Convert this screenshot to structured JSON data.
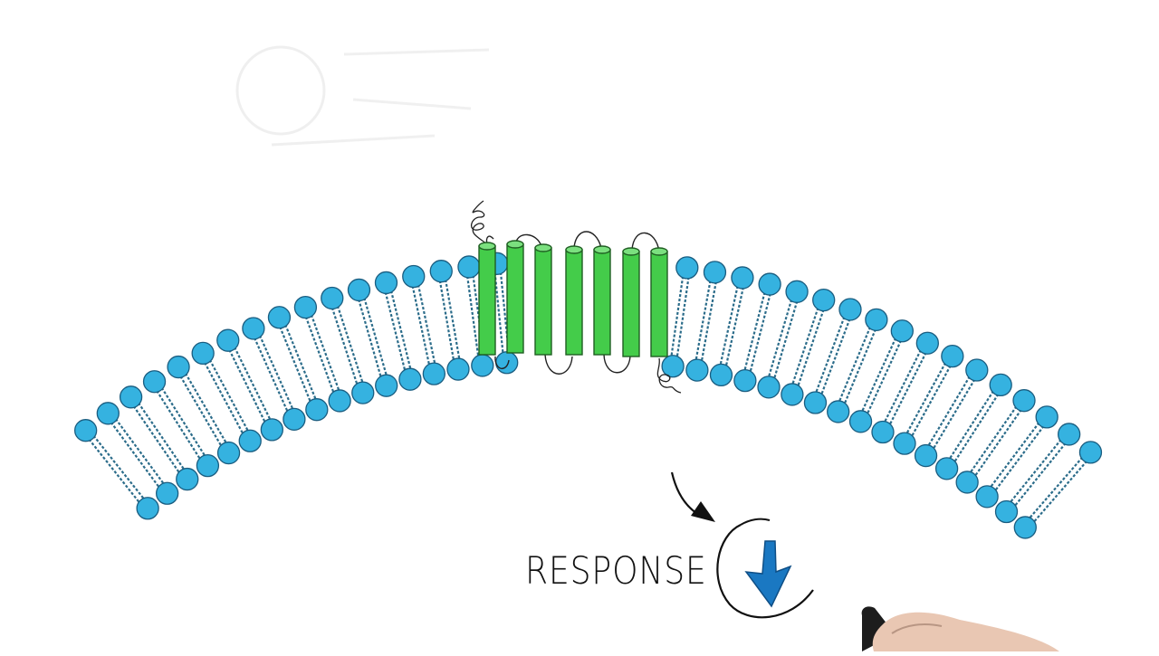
{
  "response": {
    "label": "RESPONSE"
  },
  "colors": {
    "lipid_head": "#35b2e0",
    "lipid_head_outline": "#1a5d80",
    "lipid_tail": "#2b6c8a",
    "helix": "#44cc4a",
    "helix_outline": "#1f5e22",
    "arrow_blue": "#1a78c2",
    "ink": "#111111"
  },
  "icons": {
    "response_arrow": "down-arrow-icon",
    "pointer_arrow": "curved-arrow-icon"
  },
  "diagram": {
    "transmembrane_helices": 7,
    "structure": "seven-transmembrane-receptor-in-lipid-bilayer"
  }
}
